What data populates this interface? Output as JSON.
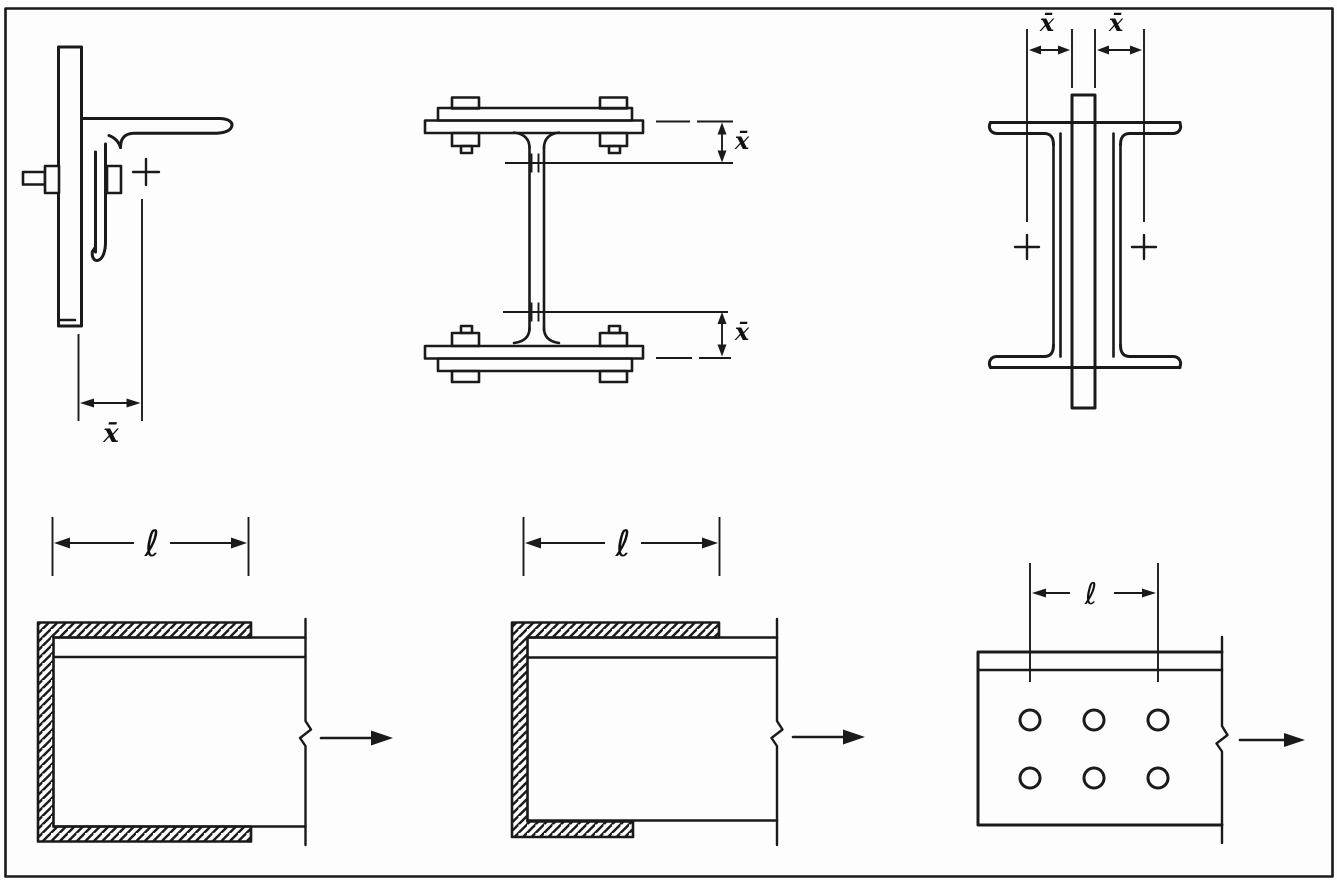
{
  "page": {
    "description": "Scanned textbook figure: six structural steel tension-member connection diagrams",
    "background_color": "#fdfdfd",
    "line_color": "#1a1a1a"
  },
  "symbols": {
    "xbar": "x̄",
    "ell": "ℓ"
  },
  "panels": {
    "angle": {
      "name": "angle-bolted-to-gusset-plate",
      "xbar": "x̄"
    },
    "wshape": {
      "name": "w-shape-with-bolted-flange-plates",
      "xbar_top": "x̄",
      "xbar_bottom": "x̄"
    },
    "channels": {
      "name": "twin-channels-on-gusset-plate",
      "xbar_left": "x̄",
      "xbar_right": "x̄"
    },
    "weld_equal": {
      "name": "plate-with-equal-longitudinal-welds",
      "ell": "ℓ"
    },
    "weld_unequal": {
      "name": "plate-with-unequal-longitudinal-welds",
      "ell": "ℓ"
    },
    "bolted_plate": {
      "name": "bolted-plate-connection",
      "ell": "ℓ",
      "bolt_holes": 6,
      "bolt_rows": 2,
      "bolt_columns": 3
    }
  }
}
